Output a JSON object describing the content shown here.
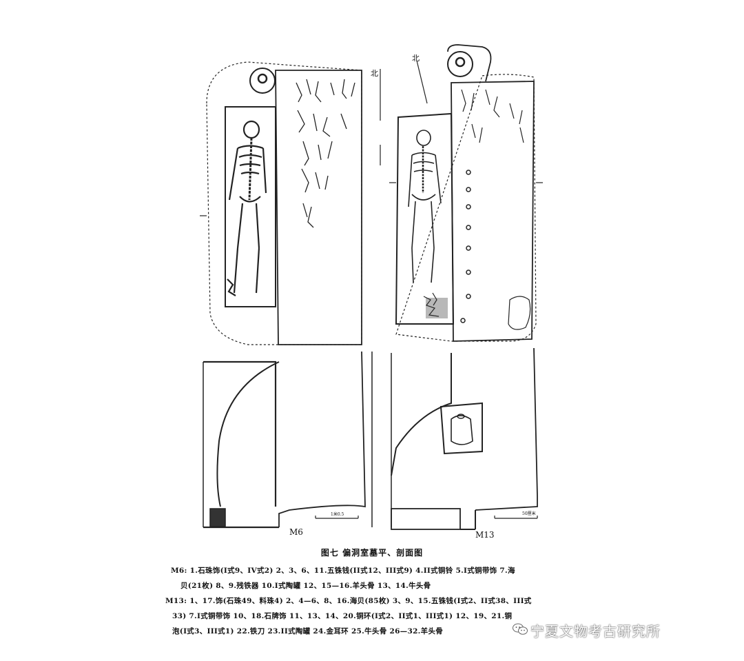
{
  "plans": {
    "m6": {
      "north": "北",
      "label": "M6"
    },
    "m13": {
      "north": "北",
      "label": "M13"
    }
  },
  "scale_labels": {
    "m6": "1米0.5",
    "m13": "50厘米"
  },
  "caption": {
    "title": "图七  偏洞室墓平、剖面图",
    "m6_line1": "M6: 1.石珠饰(I式9、IV式2)  2、3、6、11.五铢钱(II式12、III式9)  4.II式铜铃  5.I式铜带饰  7.海",
    "m6_line2": "贝(21枚)  8、9.残铁器  10.I式陶罐  12、15—16.羊头骨  13、14.牛头骨",
    "m13_line1": "M13: 1、17.饰(石珠49、料珠4)  2、4—6、8、16.海贝(85枚)  3、9、15.五铢钱(I式2、II式38、III式",
    "m13_line2": "33)  7.I式铜带饰  10、18.石牌饰  11、13、14、20.铜环(I式2、II式1、III式1)  12、19、21.铜",
    "m13_line3": "泡(I式3、III式1)  22.铁刀  23.II式陶罐  24.金耳环  25.牛头骨  26—32.羊头骨"
  },
  "watermark": {
    "text": "宁夏文物考古研究所",
    "icon": "wechat-icon"
  }
}
